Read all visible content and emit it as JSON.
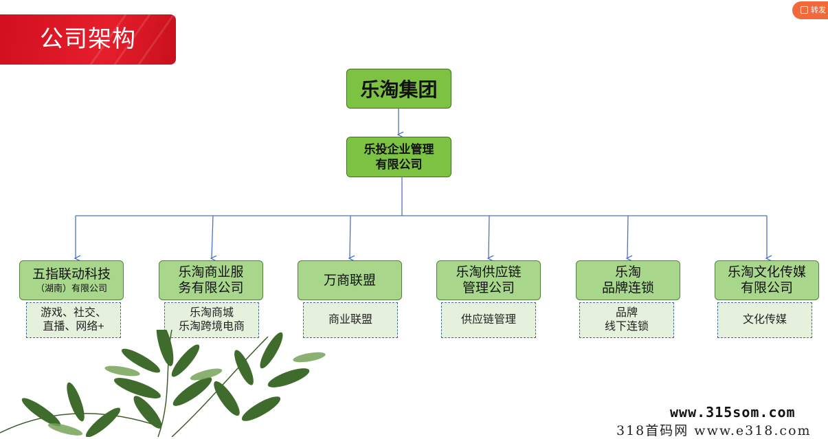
{
  "header": {
    "title": "公司架构"
  },
  "share_button": {
    "label": "转发"
  },
  "root": {
    "label": "乐淘集团"
  },
  "holding": {
    "line1": "乐投企业管理",
    "line2": "有限公司"
  },
  "subsidiaries": [
    {
      "line1": "五指联动科技",
      "line2": "（湖南）有限公司",
      "desc1": "游戏、社交、",
      "desc2": "直播、网络+"
    },
    {
      "line1": "乐淘商业服",
      "line2": "务有限公司",
      "desc1": "乐淘商城",
      "desc2": "乐淘跨境电商"
    },
    {
      "line1": "万商联盟",
      "line2": "",
      "desc1": "商业联盟",
      "desc2": ""
    },
    {
      "line1": "乐淘供应链",
      "line2": "管理公司",
      "desc1": "供应链管理",
      "desc2": ""
    },
    {
      "line1": "乐淘",
      "line2": "品牌连锁",
      "desc1": "品牌",
      "desc2": "线下连锁"
    },
    {
      "line1": "乐淘文化传媒",
      "line2": "有限公司",
      "desc1": "文化传媒",
      "desc2": ""
    }
  ],
  "watermark": {
    "line1": "www.315som.com",
    "line2": "318首码网  www.e318.com"
  },
  "colors": {
    "banner": "#e61e2c",
    "node_dark": "#7dc242",
    "node_light": "#a8d68a",
    "desc_bg": "#e5f1dc",
    "connector": "#4a72c4"
  }
}
